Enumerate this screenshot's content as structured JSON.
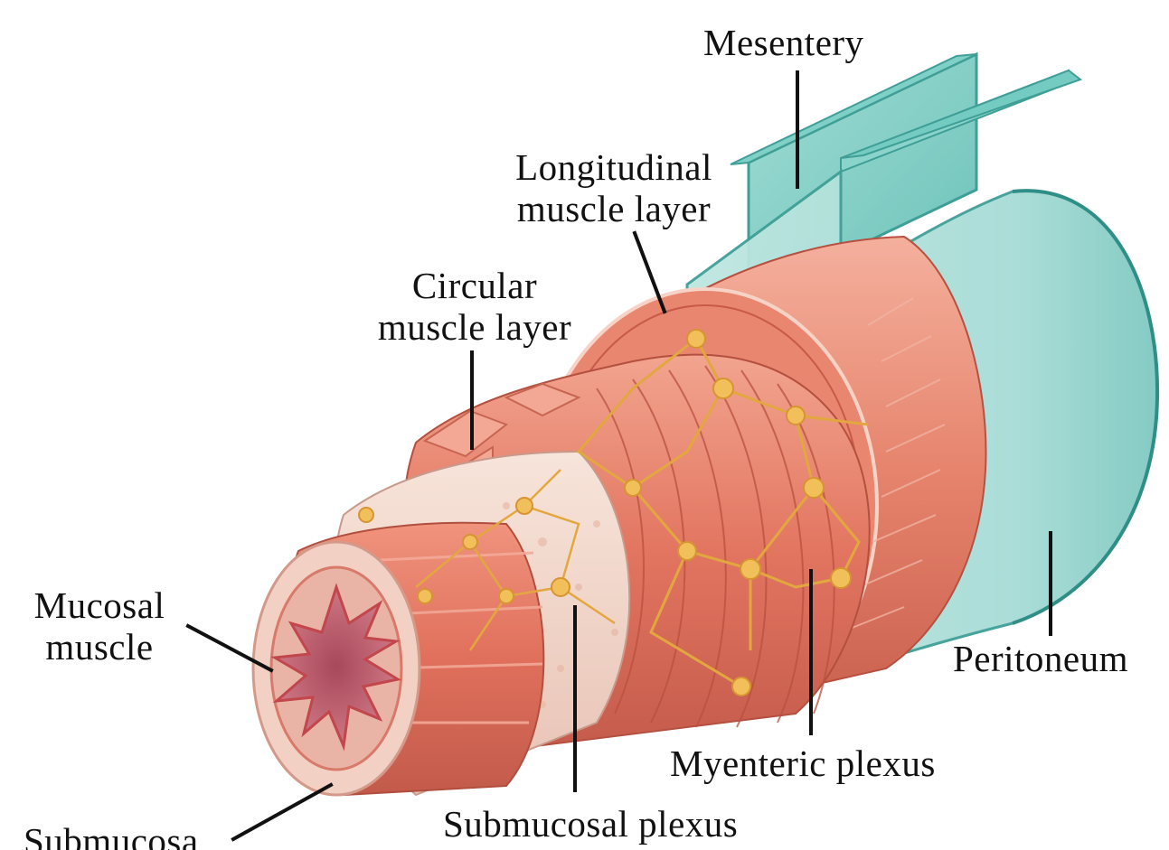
{
  "diagram": {
    "labels": {
      "mesentery": [
        "Mesentery"
      ],
      "longitudinal": [
        "Longitudinal",
        "muscle layer"
      ],
      "circular": [
        "Circular",
        "muscle layer"
      ],
      "mucosal_muscle": [
        "Mucosal",
        "muscle"
      ],
      "peritoneum": [
        "Peritoneum"
      ],
      "myenteric": [
        "Myenteric plexus"
      ],
      "submucosal_plexus": [
        "Submucosal plexus"
      ],
      "submucosa": [
        "Submucosa"
      ]
    },
    "colors": {
      "peritoneum": "#9fd9d2",
      "peritoneum_edge": "#4fb6ad",
      "longitudinal_muscle": "#e9836f",
      "circular_muscle": "#e3705e",
      "submucosa": "#f3d9cf",
      "mucosa": "#c9626c",
      "nerve": "#e8b24a"
    }
  }
}
